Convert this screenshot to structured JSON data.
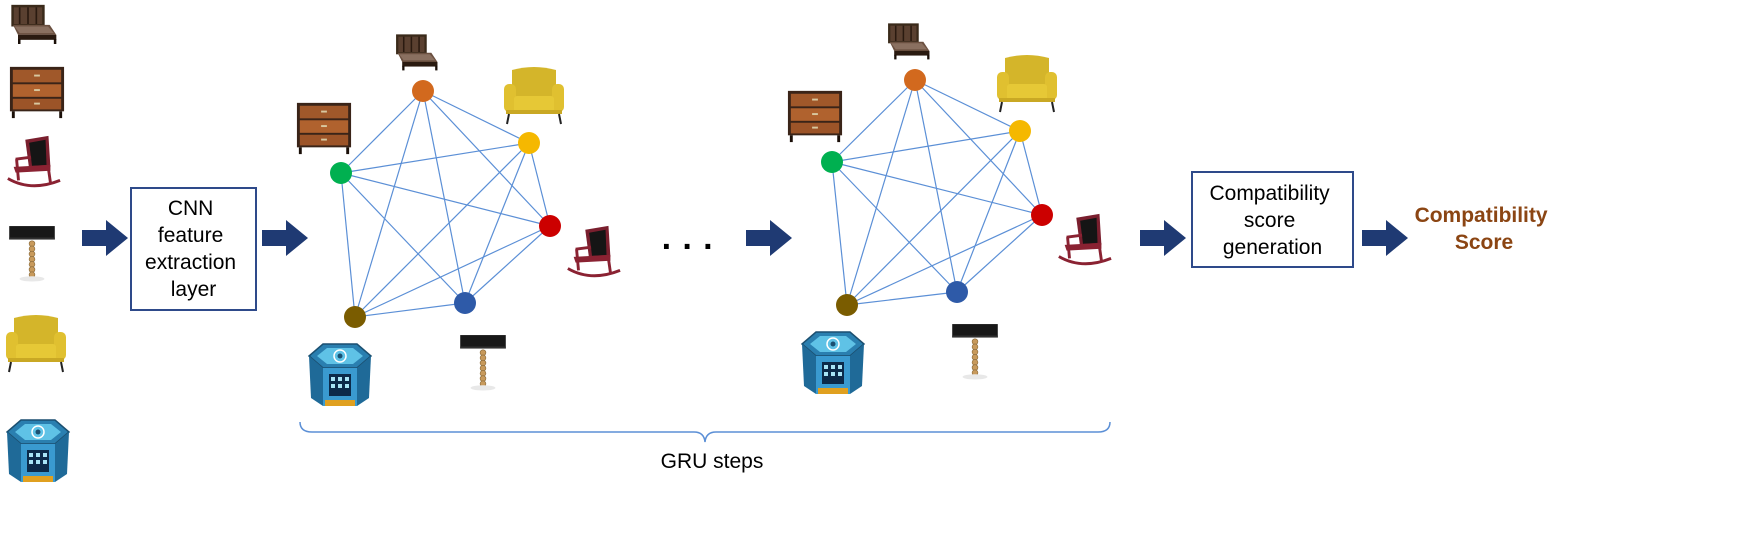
{
  "boxes": {
    "cnn": [
      "CNN",
      "feature",
      "extraction",
      "layer"
    ],
    "score_gen": [
      "Compatibility",
      "score",
      "generation"
    ]
  },
  "output": [
    "Compatibility",
    "Score"
  ],
  "ellipsis": "· · ·",
  "brace_label": "GRU steps",
  "items": [
    "bed-icon",
    "dresser-icon",
    "rocking-chair-icon",
    "lamp-icon",
    "armchair-icon",
    "side-table-icon"
  ],
  "node_colors": {
    "orange": "#d2691e",
    "yellow": "#f5b800",
    "red": "#cc0000",
    "blue": "#2e5aa8",
    "olive": "#7a5c00",
    "green": "#00b050"
  },
  "colors": {
    "arrow": "#1f3a73",
    "box_border": "#2e4a8a",
    "edge": "#5b8fd6",
    "output_text": "#8b4513"
  }
}
